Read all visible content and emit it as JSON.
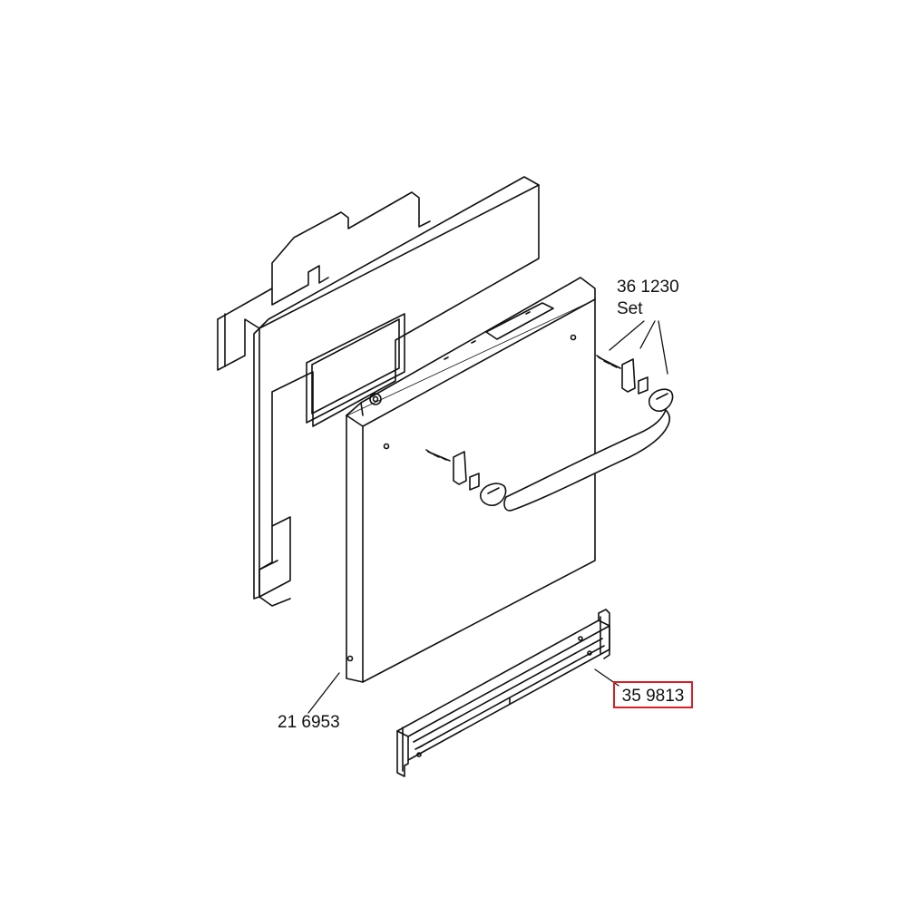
{
  "diagram": {
    "parts": [
      {
        "id": "door-panel",
        "number": "21 6953"
      },
      {
        "id": "handle-set",
        "number": "36 1230",
        "note": "Set"
      },
      {
        "id": "plinth-rail",
        "number": "35 9813",
        "highlighted": true
      }
    ],
    "colors": {
      "line": "#111111",
      "highlight": "#d81f26",
      "background": "#ffffff"
    }
  }
}
